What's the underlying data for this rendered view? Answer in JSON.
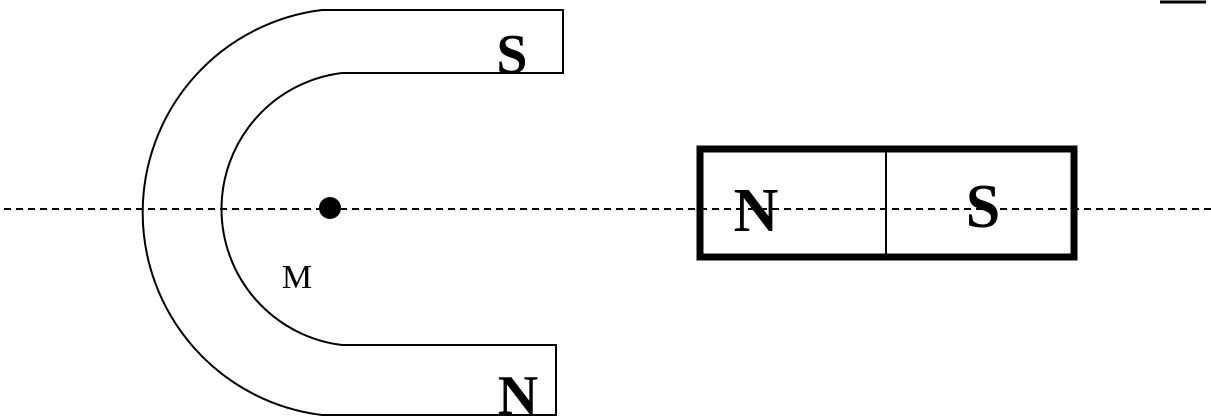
{
  "horseshoe_magnet": {
    "top_pole_label": "S",
    "bottom_pole_label": "N"
  },
  "bar_magnet": {
    "left_pole_label": "N",
    "right_pole_label": "S"
  },
  "point": {
    "label": "M"
  },
  "colors": {
    "stroke": "#000000",
    "background": "#ffffff"
  }
}
